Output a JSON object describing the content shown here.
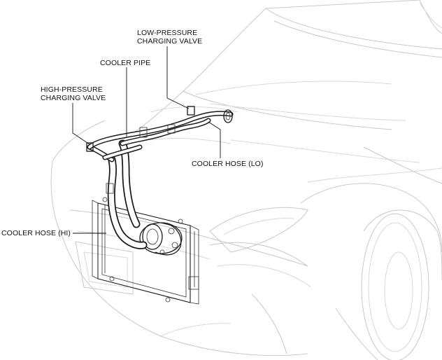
{
  "labels": {
    "low_pressure_valve": [
      "LOW-PRESSURE",
      "CHARGING VALVE"
    ],
    "cooler_pipe": "COOLER PIPE",
    "high_pressure_valve": [
      "HIGH-PRESSURE",
      "CHARGING VALVE"
    ],
    "cooler_hose_lo": "COOLER HOSE (LO)",
    "cooler_hose_hi": "COOLER HOSE (HI)"
  }
}
